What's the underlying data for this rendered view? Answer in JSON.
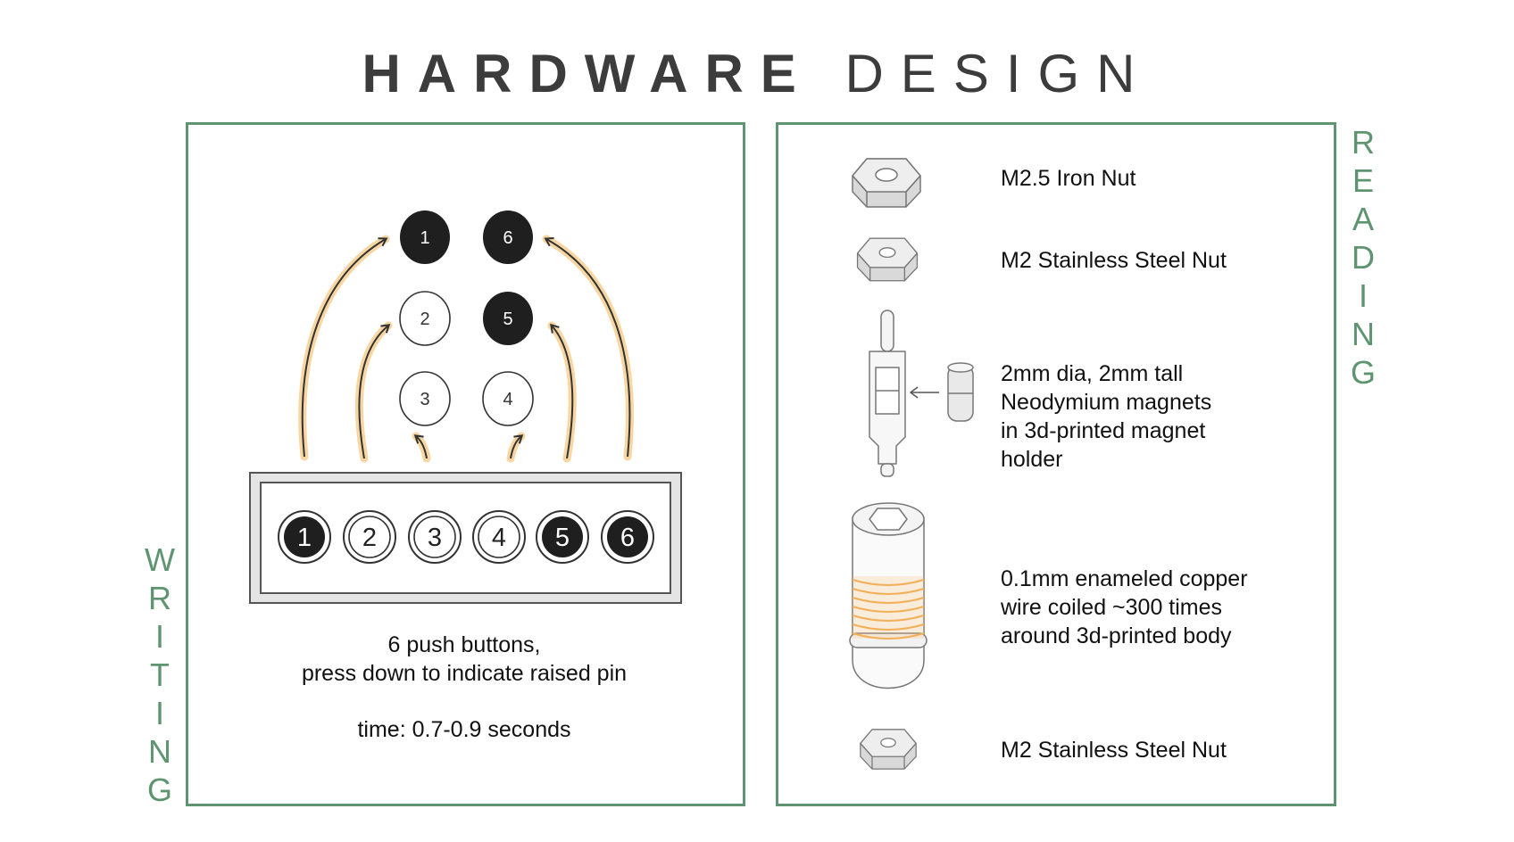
{
  "title": {
    "bold": "HARDWARE",
    "light": "DESIGN"
  },
  "writing": {
    "side_label": [
      "W",
      "R",
      "I",
      "T",
      "I",
      "N",
      "G"
    ],
    "cell_dots": [
      "1",
      "6",
      "2",
      "5",
      "3",
      "4"
    ],
    "buttons": [
      "1",
      "2",
      "3",
      "4",
      "5",
      "6"
    ],
    "caption_line1": "6 push buttons,",
    "caption_line2": "press down to indicate raised pin",
    "timing": "time: 0.7-0.9 seconds"
  },
  "reading": {
    "side_label": [
      "R",
      "E",
      "A",
      "D",
      "I",
      "N",
      "G"
    ],
    "parts": [
      {
        "icon": "hex-nut-icon",
        "lines": [
          "M2.5 Iron Nut"
        ]
      },
      {
        "icon": "hex-nut-icon",
        "lines": [
          "M2 Stainless Steel Nut"
        ]
      },
      {
        "icon": "magnet-holder-icon",
        "lines": [
          "2mm dia, 2mm tall",
          "Neodymium magnets",
          "in 3d-printed magnet",
          "holder"
        ]
      },
      {
        "icon": "coil-body-icon",
        "lines": [
          "0.1mm enameled copper",
          "wire coiled ~300 times",
          "around 3d-printed body"
        ]
      },
      {
        "icon": "hex-nut-icon",
        "lines": [
          "M2 Stainless Steel Nut"
        ]
      }
    ]
  },
  "colors": {
    "border": "#5f9470",
    "accent_label": "#5f9470",
    "arrow_glow": "#f6cf92",
    "coil": "#f2a94a",
    "dark_dot": "#1f1f1f"
  }
}
